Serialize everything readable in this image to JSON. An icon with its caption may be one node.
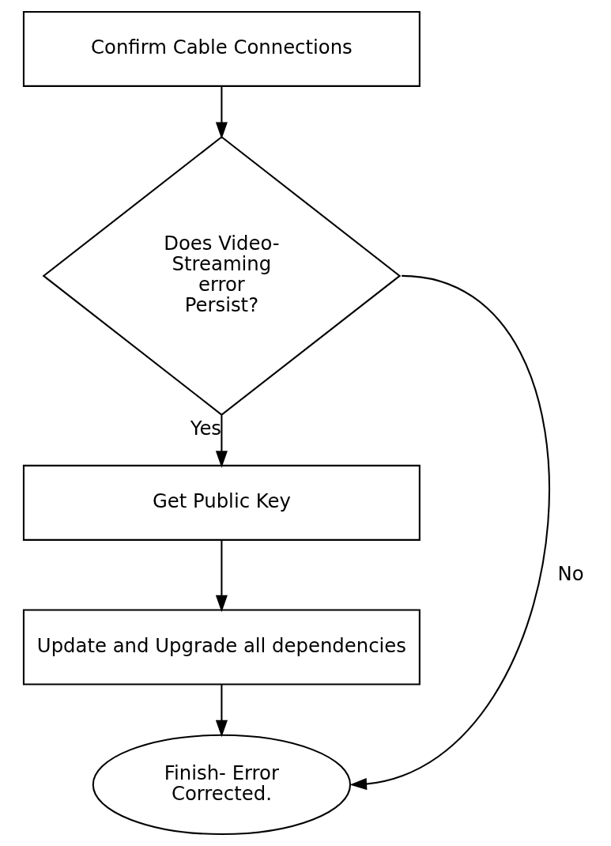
{
  "diagram": {
    "nodes": [
      {
        "text": [
          "Confirm Cable Connections"
        ]
      },
      {
        "text": [
          "Does Video- Streaming error Persist?"
        ]
      },
      {
        "text": [
          "Get Public Key"
        ]
      },
      {
        "text": [
          "Update and Upgrade all dependencies"
        ]
      },
      {
        "text": [
          "Finish- Error Corrected."
        ]
      }
    ],
    "edges": [
      {
        "from": 0,
        "to": 1,
        "arrow": "to"
      },
      {
        "from": 1,
        "to": 2,
        "arrow": "to",
        "label": "Yes"
      },
      {
        "from": 2,
        "to": 3,
        "arrow": "to"
      },
      {
        "from": 3,
        "to": 4,
        "arrow": "to"
      },
      {
        "from": 1,
        "to": 4,
        "arrow": "to",
        "label": "No"
      }
    ]
  }
}
